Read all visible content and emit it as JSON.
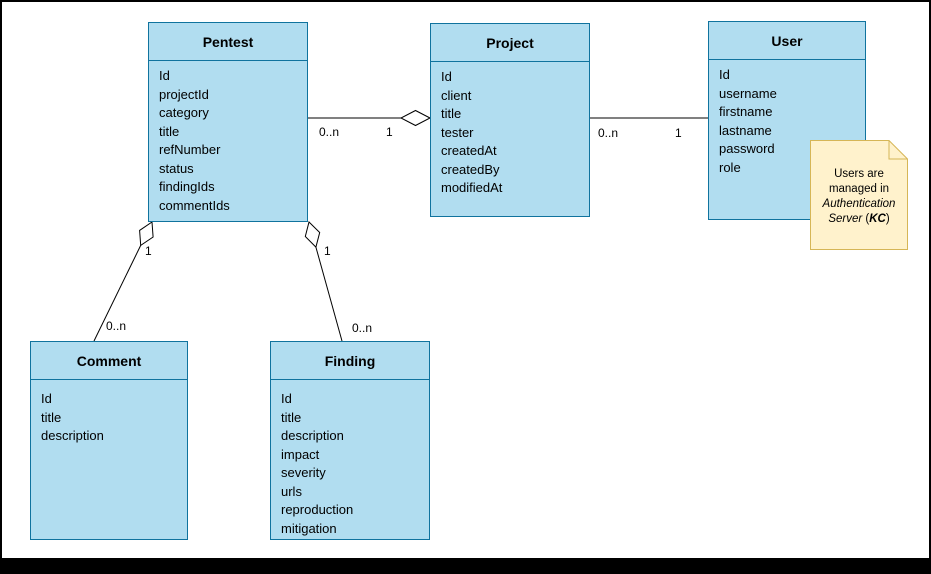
{
  "colors": {
    "entity_fill": "#B1DDF0",
    "entity_stroke": "#10739E",
    "note_fill": "#FFF2CC",
    "note_stroke": "#D6B656",
    "edge": "#000000"
  },
  "entities": {
    "pentest": {
      "title": "Pentest",
      "fields": [
        "Id",
        "projectId",
        "category",
        "title",
        "refNumber",
        "status",
        "findingIds",
        "commentIds"
      ]
    },
    "project": {
      "title": "Project",
      "fields": [
        "Id",
        "client",
        "title",
        "tester",
        "createdAt",
        "createdBy",
        "modifiedAt"
      ]
    },
    "user": {
      "title": "User",
      "fields": [
        "Id",
        "username",
        "firstname",
        "lastname",
        "password",
        "role"
      ]
    },
    "comment": {
      "title": "Comment",
      "fields": [
        "Id",
        "title",
        "description"
      ]
    },
    "finding": {
      "title": "Finding",
      "fields": [
        "Id",
        "title",
        "description",
        "impact",
        "severity",
        "urls",
        "reproduction",
        "mitigation"
      ]
    }
  },
  "connectors": {
    "pentest_project": {
      "source_label": "0..n",
      "target_label": "1"
    },
    "project_user": {
      "source_label": "0..n",
      "target_label": "1"
    },
    "pentest_comment": {
      "parent_label": "1",
      "child_label": "0..n"
    },
    "pentest_finding": {
      "parent_label": "1",
      "child_label": "0..n"
    }
  },
  "note": {
    "line1": "Users are",
    "line2": "managed in",
    "line3": "Authentication",
    "line4_italic": "Server",
    "line4_open": " (",
    "line4_bold": "KC",
    "line4_close": ")"
  }
}
